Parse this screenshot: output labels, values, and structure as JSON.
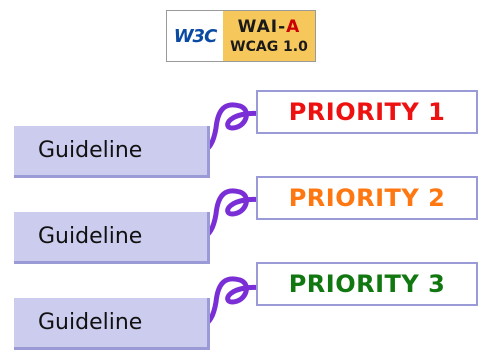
{
  "badge": {
    "logo_text": "W3C",
    "level_prefix": "WAI-",
    "level_letter": "A",
    "standard": "WCAG 1.0",
    "color_background": "#f6c75b",
    "color_logo": "#0b4aa2",
    "color_level_letter": "#cc0000"
  },
  "rows": [
    {
      "guideline_label": "Guideline",
      "priority_label": "PRIORITY 1",
      "priority_color": "#ee1111"
    },
    {
      "guideline_label": "Guideline",
      "priority_label": "PRIORITY 2",
      "priority_color": "#ff7711"
    },
    {
      "guideline_label": "Guideline",
      "priority_label": "PRIORITY 3",
      "priority_color": "#117711"
    }
  ],
  "colors": {
    "guideline_fill": "#ccccee",
    "box_border": "#9a9ad6",
    "connector": "#7a2fd6",
    "connector_dot": "#1a1a33"
  }
}
